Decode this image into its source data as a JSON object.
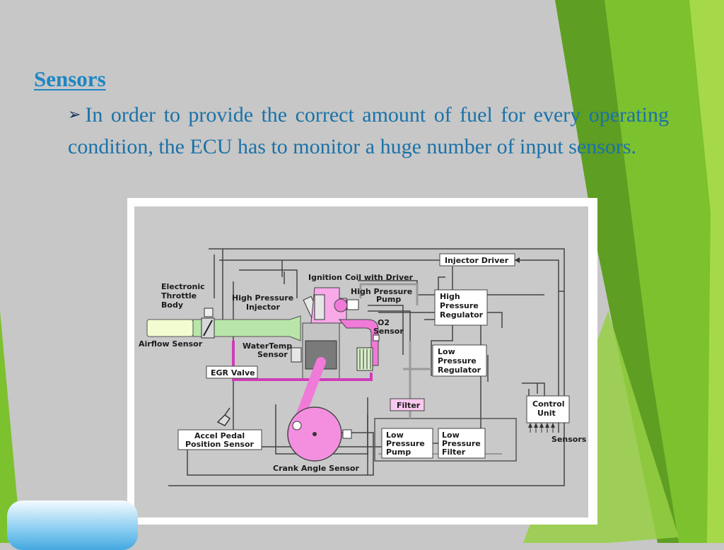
{
  "slide": {
    "heading": "Sensors",
    "bullet_icon": "arrow-bullet-icon",
    "bullet_text": "In order to provide the correct amount of fuel for every operating condition, the ECU has to monitor a huge number of input sensors."
  },
  "colors": {
    "heading": "#1f86c2",
    "body_text": "#1a72a8",
    "background": "#c7c7c7",
    "accent_green": "#7cc12e",
    "diagram_pink": "#f07ad8"
  },
  "diagram": {
    "labels": {
      "injector_driver": "Injector Driver",
      "ignition_coil": "Ignition Coil with Driver",
      "etb_1": "Electronic",
      "etb_2": "Throttle",
      "etb_3": "Body",
      "hpi_1": "High Pressure",
      "hpi_2": "Injector",
      "hpp_1": "High Pressure",
      "hpp_2": "Pump",
      "hpr_1": "High",
      "hpr_2": "Pressure",
      "hpr_3": "Regulator",
      "o2_1": "O2",
      "o2_2": "Sensor",
      "airflow": "Airflow Sensor",
      "wt_1": "WaterTemp",
      "wt_2": "Sensor",
      "egr": "EGR Valve",
      "lpr_1": "Low",
      "lpr_2": "Pressure",
      "lpr_3": "Regulator",
      "filter": "Filter",
      "cu_1": "Control",
      "cu_2": "Unit",
      "sensors": "Sensors",
      "accel_1": "Accel Pedal",
      "accel_2": "Position Sensor",
      "lpp_1": "Low",
      "lpp_2": "Pressure",
      "lpp_3": "Pump",
      "lpf_1": "Low",
      "lpf_2": "Pressure",
      "lpf_3": "Filter",
      "crank": "Crank Angle Sensor"
    }
  }
}
